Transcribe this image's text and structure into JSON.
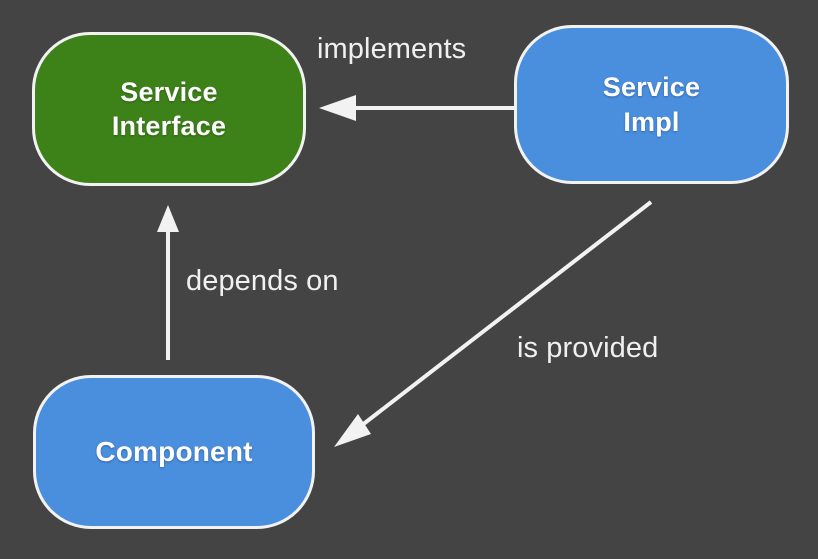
{
  "diagram": {
    "title": "Service Interface / Component dependency diagram",
    "background_color": "#444444",
    "nodes": [
      {
        "id": "service-interface",
        "label_line1": "Service",
        "label_line2": "Interface",
        "color": "#3d8219",
        "border_color": "#f2f2f2",
        "shape": "rounded-rectangle"
      },
      {
        "id": "service-impl",
        "label_line1": "Service",
        "label_line2": "Impl",
        "color": "#4a8ede",
        "border_color": "#f2f2f2",
        "shape": "rounded-rectangle"
      },
      {
        "id": "component",
        "label_line1": "Component",
        "label_line2": "",
        "color": "#4a8ede",
        "border_color": "#f2f2f2",
        "shape": "rounded-rectangle"
      }
    ],
    "edges": [
      {
        "id": "implements",
        "label": "implements",
        "from": "service-impl",
        "to": "service-interface",
        "direction": "left",
        "color": "#f2f2f2"
      },
      {
        "id": "depends-on",
        "label": "depends on",
        "from": "component",
        "to": "service-interface",
        "direction": "up",
        "color": "#f2f2f2"
      },
      {
        "id": "is-provided",
        "label": "is provided",
        "from": "service-impl",
        "to": "component",
        "direction": "down-left",
        "color": "#f2f2f2"
      }
    ]
  }
}
